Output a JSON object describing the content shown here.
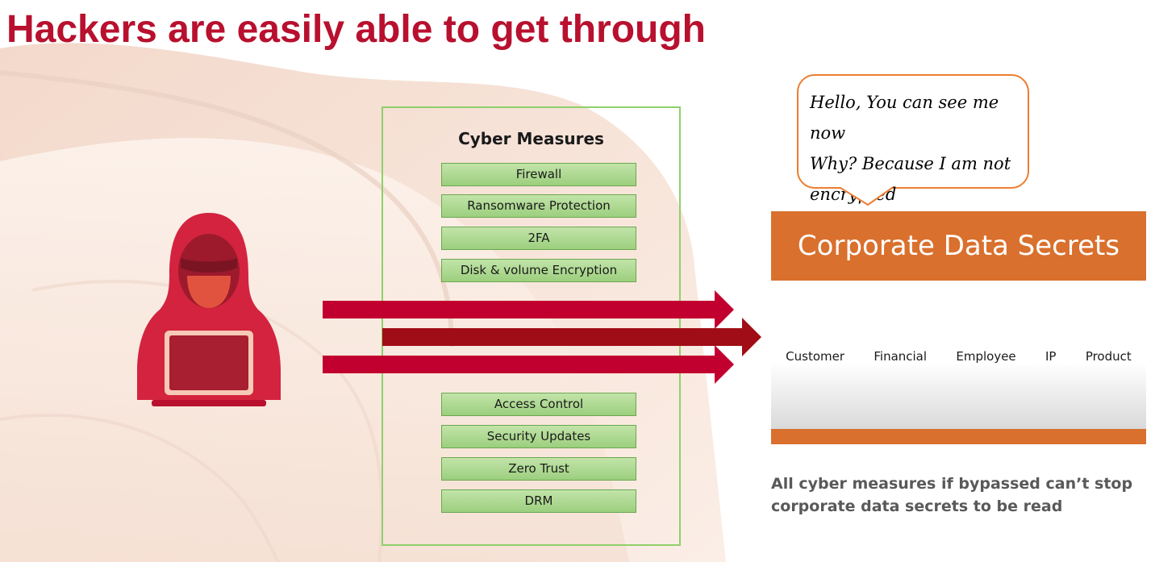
{
  "slide": {
    "title": "Hackers are easily able to get through",
    "colors": {
      "title": "#b8102e",
      "hacker": "#d3233f",
      "arrow": "#c1002f",
      "arrow_dark": "#a10d16",
      "measure_fill": "#a9d18e",
      "measure_border": "#6aa84f",
      "box_border": "#8fd06b",
      "orange": "#d9702d",
      "bubble_border": "#ed7d31",
      "footnote": "#595959"
    }
  },
  "hacker": {
    "icon": "hooded-hacker-with-laptop-icon"
  },
  "cyber_measures": {
    "heading": "Cyber Measures",
    "top_items": [
      "Firewall",
      "Ransomware Protection",
      "2FA",
      "Disk & volume Encryption"
    ],
    "bottom_items": [
      "Access Control",
      "Security Updates",
      "Zero Trust",
      "DRM"
    ]
  },
  "bubble": {
    "line1": "Hello, You can see me now",
    "line2": "Why? Because I am not",
    "line3": "encrypted"
  },
  "secrets": {
    "title": "Corporate Data Secrets",
    "categories": [
      "Customer",
      "Financial",
      "Employee",
      "IP",
      "Product"
    ]
  },
  "footnote": {
    "line1": "All cyber measures if bypassed can’t stop",
    "line2": "corporate data secrets to be read"
  }
}
